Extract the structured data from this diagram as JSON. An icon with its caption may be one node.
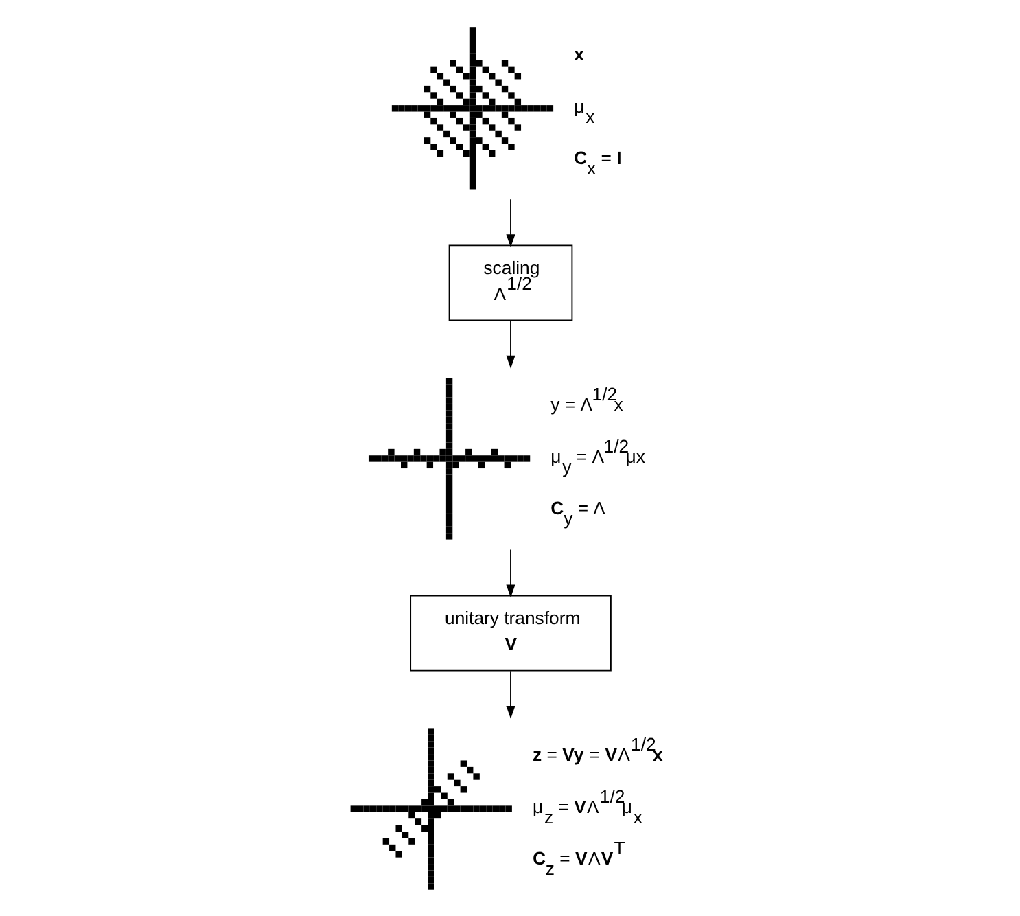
{
  "diagram": {
    "nodes": [
      {
        "text": [],
        "shape": "picture",
        "beside": [
          "**x**",
          "μ$_{x}$",
          "**C**$_{x}$ = **I**"
        ]
      },
      {
        "text": [
          "scaling",
          "Λ$^{1/2}$"
        ]
      },
      {
        "text": [],
        "shape": "picture",
        "beside": [
          "y = Λ$^{1/2}$x",
          "μ$_{y}$ = Λ$^{1/2}$μx",
          "**C**$_{y}$ = Λ"
        ]
      },
      {
        "text": [
          "unitary transform",
          "**V**"
        ]
      },
      {
        "text": [],
        "shape": "picture",
        "beside": [
          "**z** = **Vy** = **V**Λ$^{1/2}$**x**",
          "μ$_{z}$ = **V**Λ$^{1/2}$μ$_{x}$",
          "**C**$_{z}$ = **V**Λ**V**$^{T}$"
        ]
      }
    ],
    "edges": [
      {
        "from": 0,
        "to": 1,
        "arrow": "to"
      },
      {
        "from": 1,
        "to": 2,
        "arrow": "to"
      },
      {
        "from": 2,
        "to": 3,
        "arrow": "to"
      },
      {
        "from": 3,
        "to": 4,
        "arrow": "to"
      }
    ]
  }
}
